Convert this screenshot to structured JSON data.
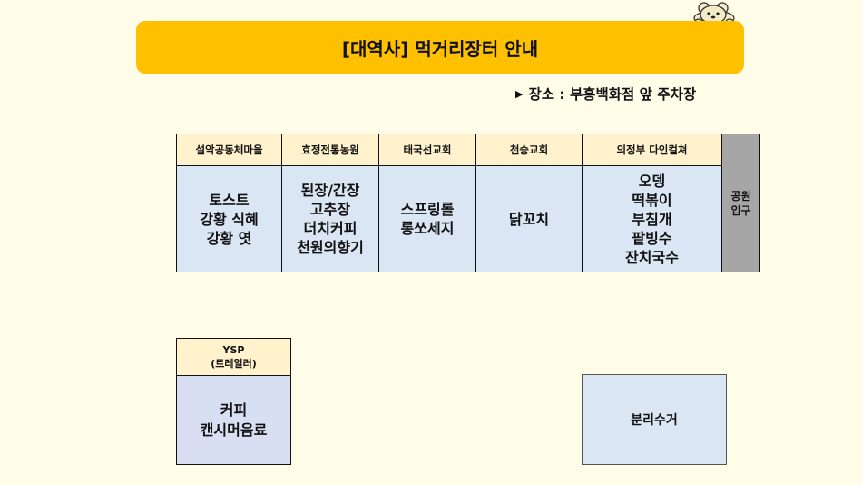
{
  "banner": {
    "title": "[대역사] 먹거리장터 안내"
  },
  "location": {
    "marker": "▶",
    "text": "장소 : 부흥백화점 앞 주차장"
  },
  "booths": [
    {
      "name": "설악공동체마을",
      "items": [
        "토스트",
        "강황 식혜",
        "강황 엿"
      ]
    },
    {
      "name": "효정전통농원",
      "items": [
        "된장/간장",
        "고추장",
        "더치커피",
        "천원의향기"
      ]
    },
    {
      "name": "태국선교회",
      "items": [
        "스프링롤",
        "롱쏘세지"
      ]
    },
    {
      "name": "천승교회",
      "items": [
        "닭꼬치"
      ]
    },
    {
      "name": "의정부 다인컬쳐",
      "items": [
        "오뎅",
        "떡볶이",
        "부침개",
        "팥빙수",
        "잔치국수"
      ]
    }
  ],
  "entrance": {
    "lines": [
      "공원",
      "입구"
    ]
  },
  "ysp": {
    "title": "YSP",
    "subtitle": "(트레일러)",
    "items": [
      "커피",
      "캔시머음료"
    ]
  },
  "recycle": {
    "label": "분리수거"
  },
  "colors": {
    "background": "#FFFDE8",
    "banner": "#FFC000",
    "booth_header": "#FFF2CC",
    "booth_body": "#DAE6F4",
    "entrance": "#A6A6A6"
  }
}
